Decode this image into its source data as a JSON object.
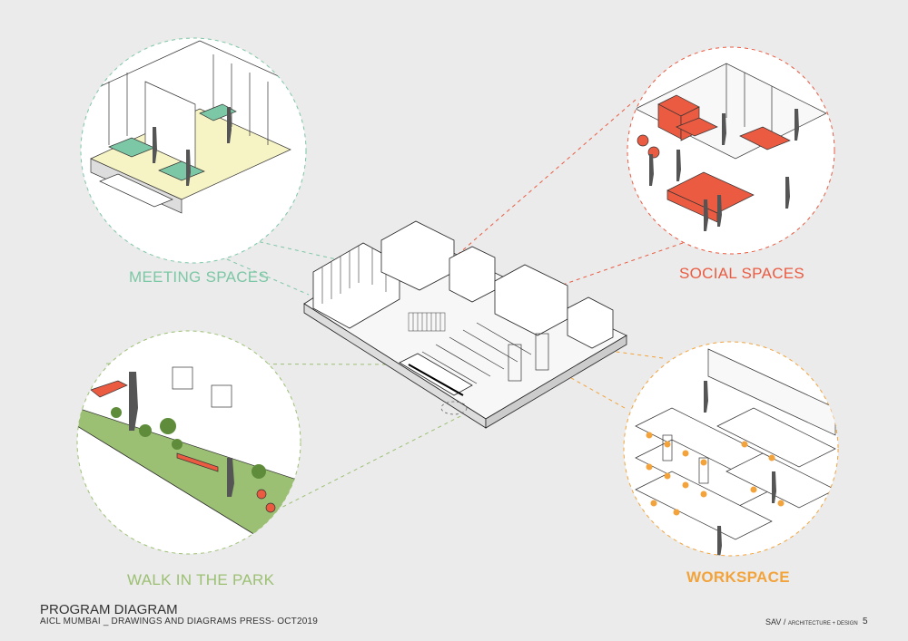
{
  "labels": {
    "meeting": "MEETING SPACES",
    "social": "SOCIAL SPACES",
    "walk": "WALK IN THE PARK",
    "workspace": "WORKSPACE"
  },
  "colors": {
    "meeting": "#7cc7a5",
    "social": "#ea5b42",
    "walk": "#9cc073",
    "workspace": "#f2a33b",
    "background": "#ebebeb"
  },
  "footer": {
    "title": "PROGRAM DIAGRAM",
    "subtitle": "AICL MUMBAI _ DRAWINGS  AND DIAGRAMS PRESS- OCT2019",
    "brand": "SAV /",
    "brand_sub": "ARCHITECTURE + DESIGN",
    "page": "5"
  }
}
